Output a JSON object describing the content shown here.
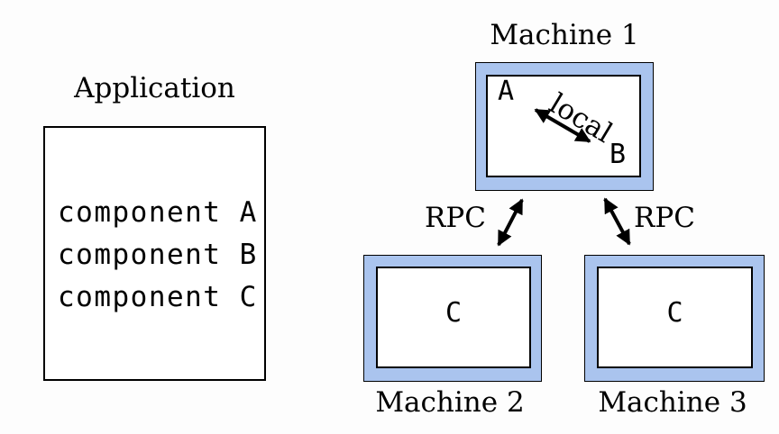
{
  "colors": {
    "machine_fill": "#aac4ee",
    "line": "#000000",
    "background": "#fdfdfd"
  },
  "application": {
    "title": "Application",
    "components": [
      "component A",
      "component B",
      "component C"
    ]
  },
  "machines": {
    "machine1": {
      "title": "Machine 1",
      "component_a": "A",
      "component_b": "B",
      "local_link_label": "local"
    },
    "machine2": {
      "title": "Machine 2",
      "component": "C"
    },
    "machine3": {
      "title": "Machine 3",
      "component": "C"
    }
  },
  "links": {
    "rpc_left_label": "RPC",
    "rpc_right_label": "RPC"
  }
}
